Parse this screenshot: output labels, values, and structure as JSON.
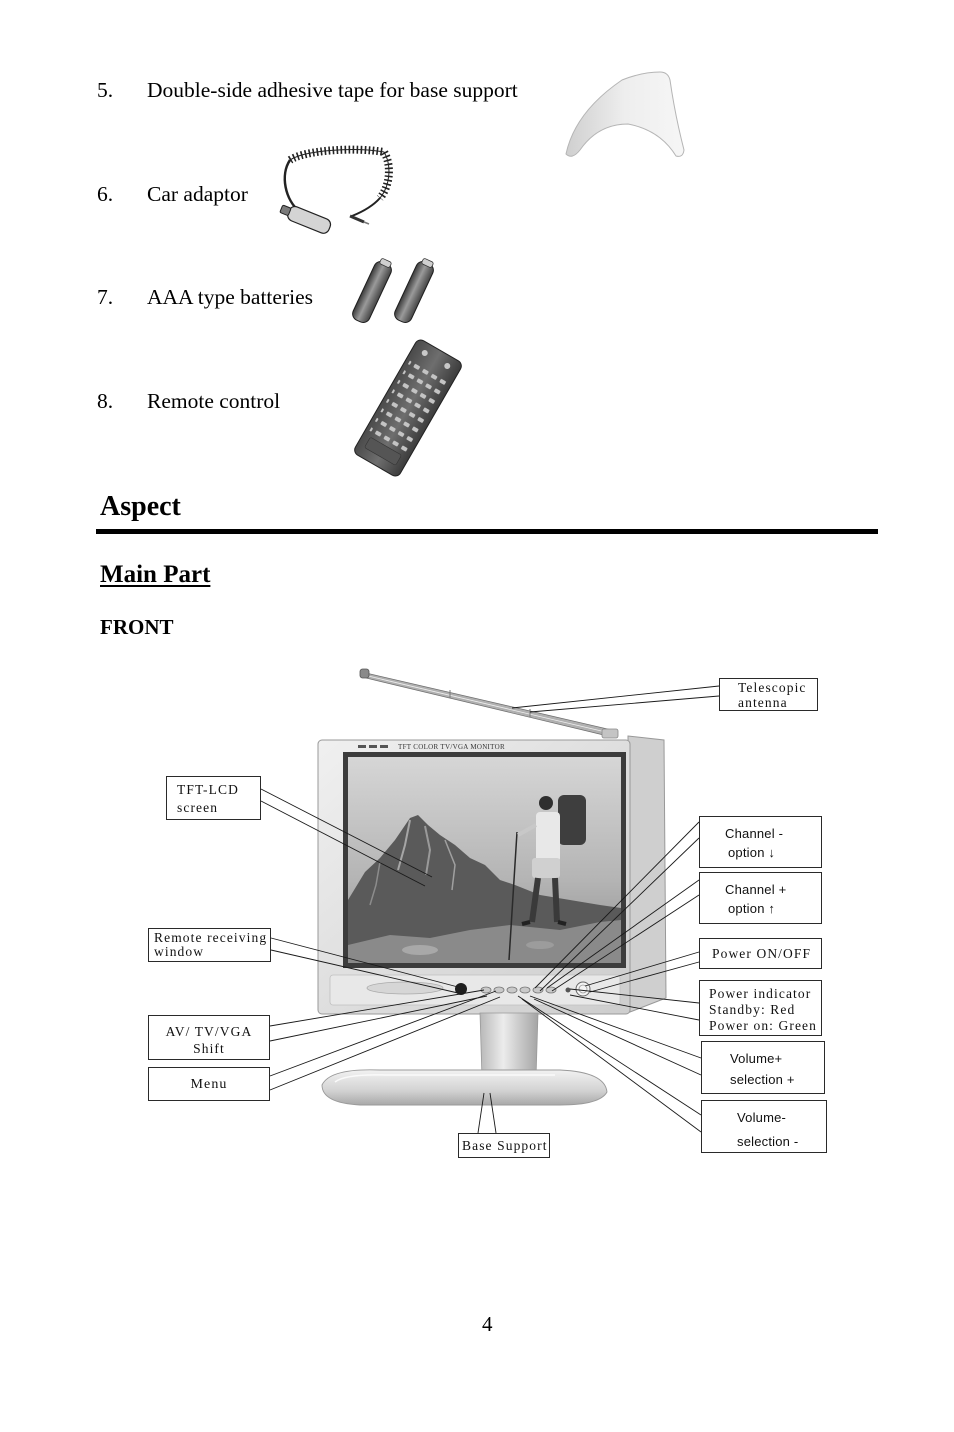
{
  "accessories": [
    {
      "number": "5.",
      "label": "Double-side adhesive tape for base support"
    },
    {
      "number": "6.",
      "label": "Car adaptor"
    },
    {
      "number": "7.",
      "label": "AAA type batteries"
    },
    {
      "number": "8.",
      "label": "Remote control"
    }
  ],
  "section": {
    "title": "Aspect"
  },
  "subsection": {
    "title": "Main Part"
  },
  "view": {
    "title": "FRONT"
  },
  "tv": {
    "bezel_text": "TFT COLOR TV/VGA MONITOR"
  },
  "callouts": {
    "telescopic_antenna": [
      "Telescopic",
      "antenna"
    ],
    "tft_lcd_screen": [
      "TFT-LCD",
      "screen"
    ],
    "channel_minus": [
      "Channel -",
      "option ↓"
    ],
    "channel_plus": [
      "Channel +",
      "option ↑"
    ],
    "remote_receiving_window": [
      "Remote receiving",
      "window"
    ],
    "power_on_off": [
      "Power ON/OFF"
    ],
    "power_indicator": [
      "Power indicator",
      "Standby: Red",
      "Power on: Green"
    ],
    "av_tv_vga_shift": [
      "AV/ TV/VGA",
      "Shift"
    ],
    "menu": [
      "Menu"
    ],
    "volume_plus": [
      "Volume+",
      "selection +"
    ],
    "volume_minus": [
      "Volume-",
      "selection -"
    ],
    "base_support": [
      "Base Support"
    ]
  },
  "page_number": "4"
}
